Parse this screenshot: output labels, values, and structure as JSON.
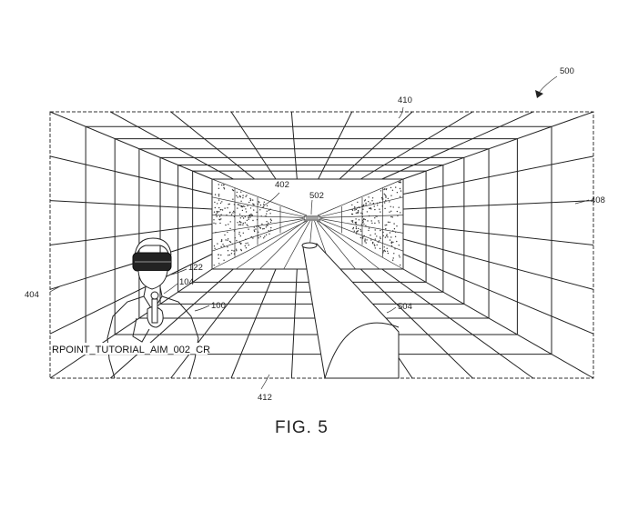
{
  "figure": {
    "caption": "FIG. 5",
    "overlay_text": "RPOINT_TUTORIAL_AIM_002_CR",
    "labels": {
      "fig_ref": "500",
      "ceiling": "410",
      "left_wall": "404",
      "right_wall": "408",
      "floor": "412",
      "far_wall": "402",
      "target": "502",
      "beam": "504",
      "user": "100",
      "controller": "104",
      "hmd": "122"
    }
  }
}
